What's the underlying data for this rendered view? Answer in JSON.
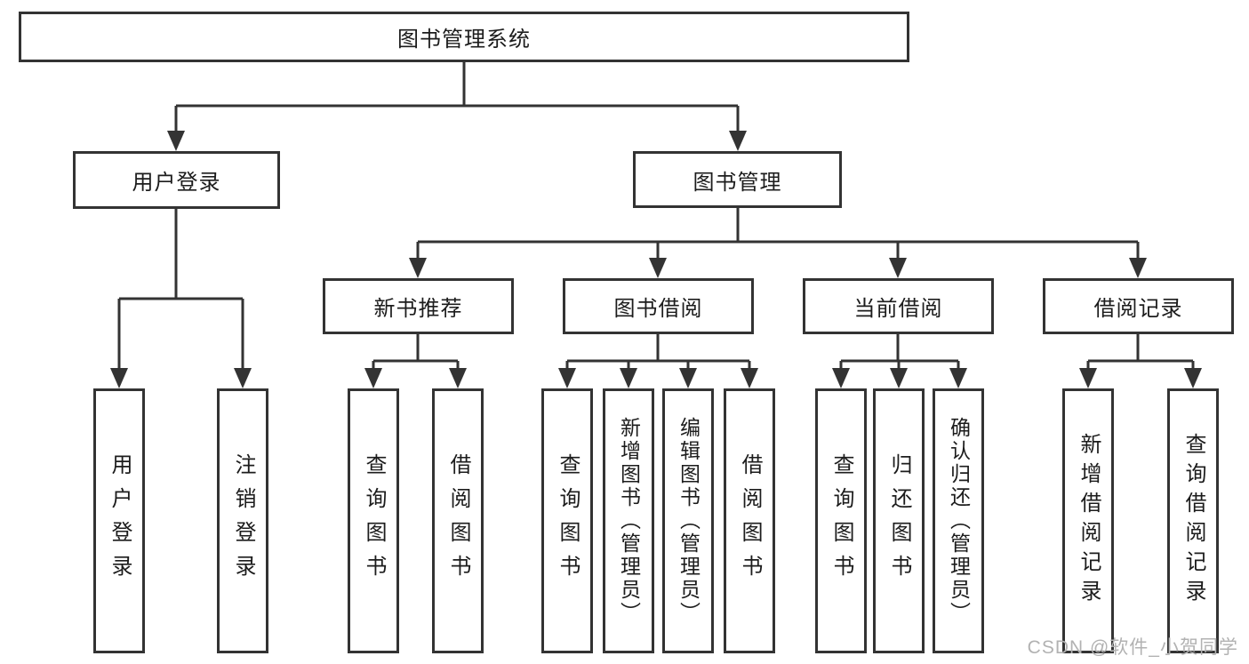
{
  "diagram": {
    "root": {
      "label": "图书管理系统"
    },
    "branches": [
      {
        "label": "用户登录",
        "children": [
          {
            "label": "用户登录"
          },
          {
            "label": "注销登录"
          }
        ]
      },
      {
        "label": "图书管理",
        "children": [
          {
            "label": "新书推荐",
            "children": [
              {
                "label": "查询图书"
              },
              {
                "label": "借阅图书"
              }
            ]
          },
          {
            "label": "图书借阅",
            "children": [
              {
                "label": "查询图书"
              },
              {
                "label": "新增图书（管理员）"
              },
              {
                "label": "编辑图书（管理员）"
              },
              {
                "label": "借阅图书"
              }
            ]
          },
          {
            "label": "当前借阅",
            "children": [
              {
                "label": "查询图书"
              },
              {
                "label": "归还图书"
              },
              {
                "label": "确认归还（管理员）"
              }
            ]
          },
          {
            "label": "借阅记录",
            "children": [
              {
                "label": "新增借阅记录"
              },
              {
                "label": "查询借阅记录"
              }
            ]
          }
        ]
      }
    ]
  },
  "watermark": {
    "text": "CSDN @软件_小贺同学"
  },
  "colors": {
    "line": "#333333",
    "box_border": "#333333",
    "text": "#1c1c1c",
    "watermark": "#b2b2b2",
    "background": "#ffffff"
  }
}
